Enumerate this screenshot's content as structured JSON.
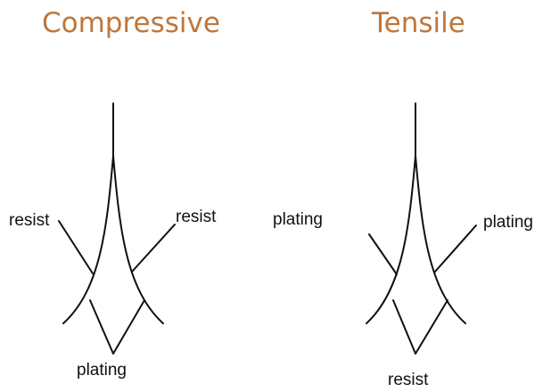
{
  "panels": [
    {
      "title": "Compressive",
      "labels": {
        "left": "resist",
        "right": "resist",
        "bottom": "plating"
      }
    },
    {
      "title": "Tensile",
      "labels": {
        "left": "plating",
        "right": "plating",
        "bottom": "resist"
      }
    }
  ]
}
